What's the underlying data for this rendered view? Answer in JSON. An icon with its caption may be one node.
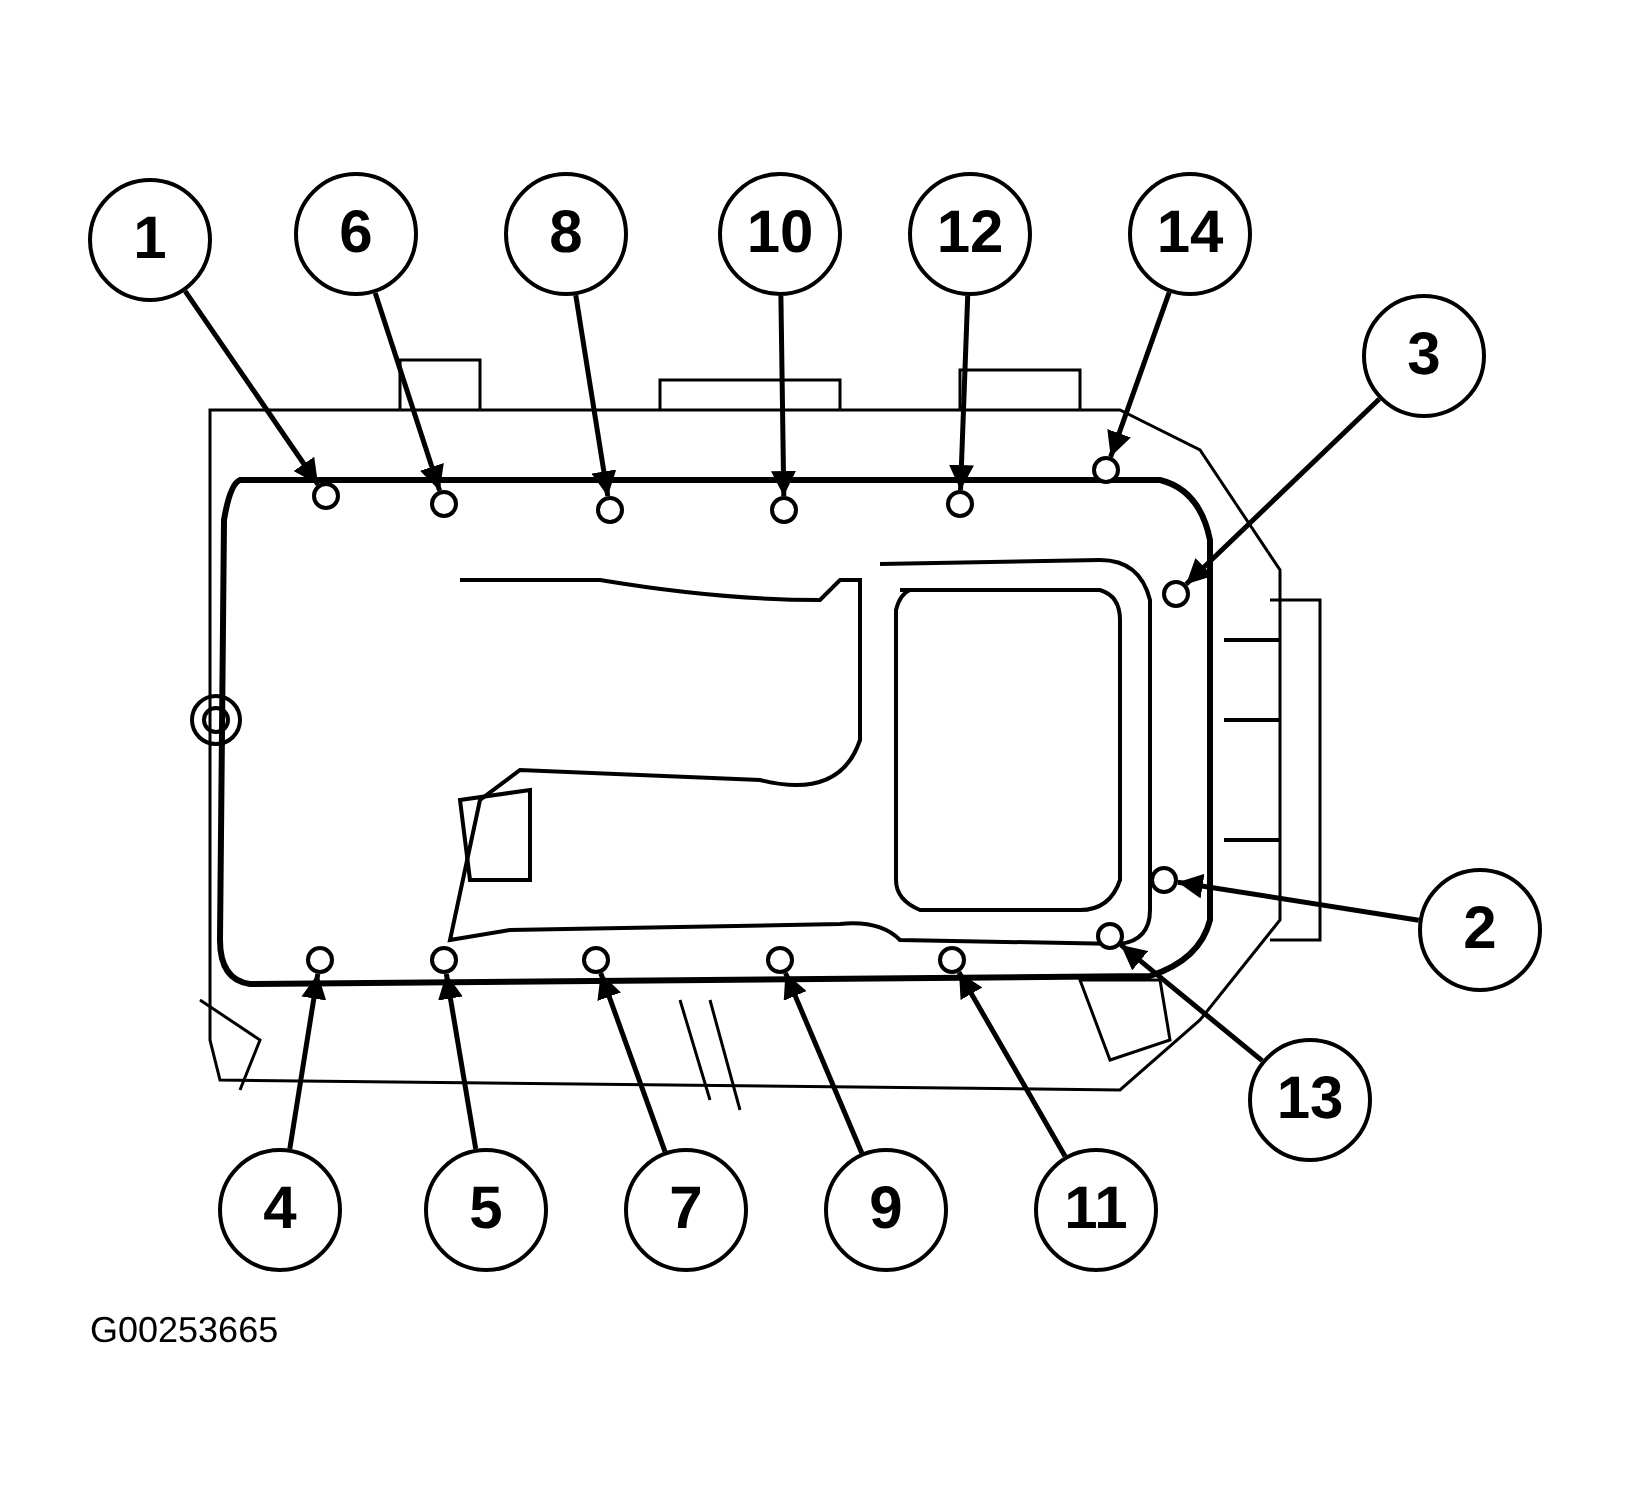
{
  "diagram": {
    "nodes": [
      {
        "text": [
          "1"
        ]
      },
      {
        "text": [
          "6"
        ]
      },
      {
        "text": [
          "8"
        ]
      },
      {
        "text": [
          "10"
        ]
      },
      {
        "text": [
          "12"
        ]
      },
      {
        "text": [
          "14"
        ]
      },
      {
        "text": [
          "3"
        ]
      },
      {
        "text": [
          "2"
        ]
      },
      {
        "text": [
          "13"
        ]
      },
      {
        "text": [
          "4"
        ]
      },
      {
        "text": [
          "5"
        ]
      },
      {
        "text": [
          "7"
        ]
      },
      {
        "text": [
          "9"
        ]
      },
      {
        "text": [
          "11"
        ]
      },
      {
        "text": [],
        "shape": "circle"
      },
      {
        "text": [],
        "shape": "circle"
      },
      {
        "text": [],
        "shape": "circle"
      },
      {
        "text": [],
        "shape": "circle"
      },
      {
        "text": [],
        "shape": "circle"
      },
      {
        "text": [],
        "shape": "circle"
      },
      {
        "text": [],
        "shape": "circle"
      },
      {
        "text": [],
        "shape": "circle"
      },
      {
        "text": [],
        "shape": "circle"
      },
      {
        "text": [],
        "shape": "circle"
      },
      {
        "text": [],
        "shape": "circle"
      },
      {
        "text": [],
        "shape": "circle"
      },
      {
        "text": [],
        "shape": "circle"
      },
      {
        "text": [],
        "shape": "circle"
      }
    ],
    "edges": [
      {
        "from": 0,
        "to": 14,
        "arrow": "to"
      },
      {
        "from": 1,
        "to": 15,
        "arrow": "to"
      },
      {
        "from": 2,
        "to": 16,
        "arrow": "to"
      },
      {
        "from": 3,
        "to": 17,
        "arrow": "to"
      },
      {
        "from": 4,
        "to": 18,
        "arrow": "to"
      },
      {
        "from": 5,
        "to": 19,
        "arrow": "to"
      },
      {
        "from": 6,
        "to": 20,
        "arrow": "to"
      },
      {
        "from": 7,
        "to": 21,
        "arrow": "to"
      },
      {
        "from": 8,
        "to": 22,
        "arrow": "to"
      },
      {
        "from": 9,
        "to": 23,
        "arrow": "to"
      },
      {
        "from": 10,
        "to": 24,
        "arrow": "to"
      },
      {
        "from": 11,
        "to": 25,
        "arrow": "to"
      },
      {
        "from": 12,
        "to": 26,
        "arrow": "to"
      },
      {
        "from": 13,
        "to": 27,
        "arrow": "to"
      }
    ],
    "labels": [
      "G00253665"
    ]
  }
}
